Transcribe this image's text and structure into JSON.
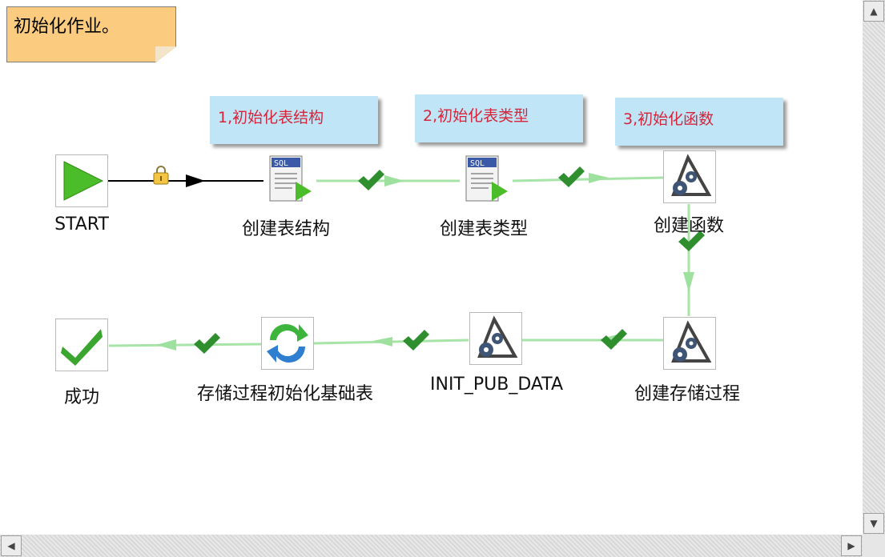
{
  "job_note": {
    "text": "初始化作业。"
  },
  "step_notes": [
    {
      "text": "1,初始化表结构"
    },
    {
      "text": "2,初始化表类型"
    },
    {
      "text": "3,初始化函数"
    }
  ],
  "nodes": {
    "start": {
      "label": "START"
    },
    "create_table_structure": {
      "label": "创建表结构"
    },
    "create_table_type": {
      "label": "创建表类型"
    },
    "create_function": {
      "label": "创建函数"
    },
    "create_procedure": {
      "label": "创建存储过程"
    },
    "init_pub_data": {
      "label": "INIT_PUB_DATA"
    },
    "proc_init_base": {
      "label": "存储过程初始化基础表"
    },
    "success": {
      "label": "成功"
    }
  },
  "colors": {
    "note_yellow": "#fbcc7f",
    "note_blue": "#bfe5f7",
    "note_text_red": "#d6253b",
    "hop_green": "#8fd98f",
    "check_green": "#2f8f2f"
  },
  "scrollbar": {
    "up_glyph": "▲",
    "down_glyph": "▼",
    "left_glyph": "◀",
    "right_glyph": "▶"
  }
}
